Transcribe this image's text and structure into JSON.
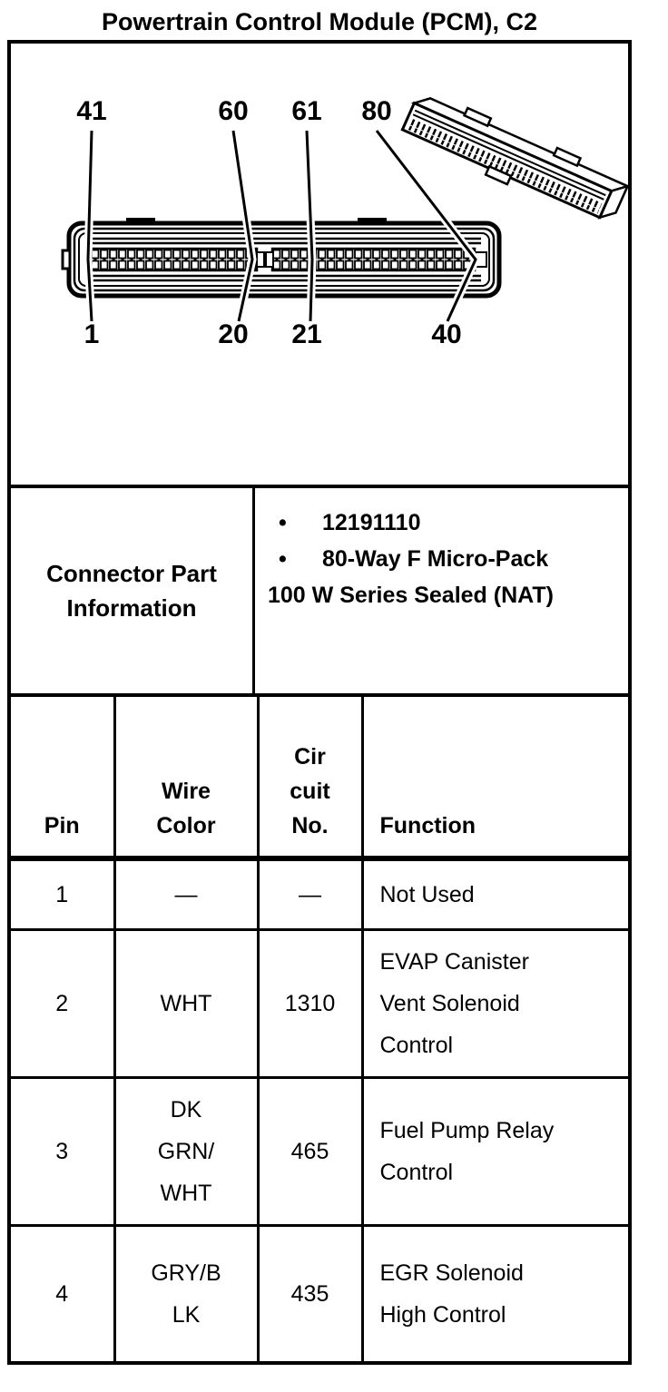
{
  "title": "Powertrain Control Module (PCM), C2",
  "colors": {
    "ink": "#000000",
    "paper": "#ffffff"
  },
  "diagram": {
    "top_labels": [
      "41",
      "60",
      "61",
      "80"
    ],
    "bottom_labels": [
      "1",
      "20",
      "21",
      "40"
    ]
  },
  "connector_info": {
    "label": "Connector Part Information",
    "bullet_char": "•",
    "bullets": [
      "12191110",
      "80-Way F Micro-Pack"
    ],
    "continuation": "100 W Series Sealed (NAT)"
  },
  "pin_table": {
    "headers": {
      "pin": "Pin",
      "wire_color": "Wire\nColor",
      "circuit_no": "Cir\ncuit\nNo.",
      "function": "Function"
    },
    "rows": [
      {
        "pin": "1",
        "wire_color": "—",
        "circuit": "—",
        "function": "Not Used"
      },
      {
        "pin": "2",
        "wire_color": "WHT",
        "circuit": "1310",
        "function": "EVAP Canister\nVent Solenoid\nControl"
      },
      {
        "pin": "3",
        "wire_color": "DK\nGRN/\nWHT",
        "circuit": "465",
        "function": "Fuel Pump Relay\nControl"
      },
      {
        "pin": "4",
        "wire_color": "GRY/B\nLK",
        "circuit": "435",
        "function": "EGR Solenoid\nHigh Control"
      }
    ]
  }
}
